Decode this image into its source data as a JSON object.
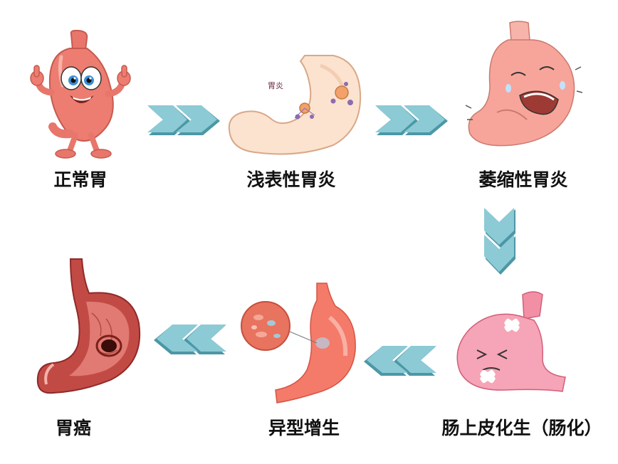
{
  "stages": [
    {
      "id": "normal",
      "label": "正常胃"
    },
    {
      "id": "superficial",
      "label": "浅表性胃炎"
    },
    {
      "id": "atrophic",
      "label": "萎缩性胃炎"
    },
    {
      "id": "metaplasia",
      "label": "肠上皮化生（肠化）"
    },
    {
      "id": "dysplasia",
      "label": "异型增生"
    },
    {
      "id": "cancer",
      "label": "胃癌"
    }
  ],
  "annotation": {
    "gastritis_tag": "胃炎"
  },
  "colors": {
    "arrow_fill": "#7ec3cf",
    "arrow_shadow": "#4c97a6",
    "stomach_pink": "#f1948a",
    "stomach_light": "#f8c9c0",
    "stomach_dark": "#c0392b",
    "label_text": "#111111"
  }
}
